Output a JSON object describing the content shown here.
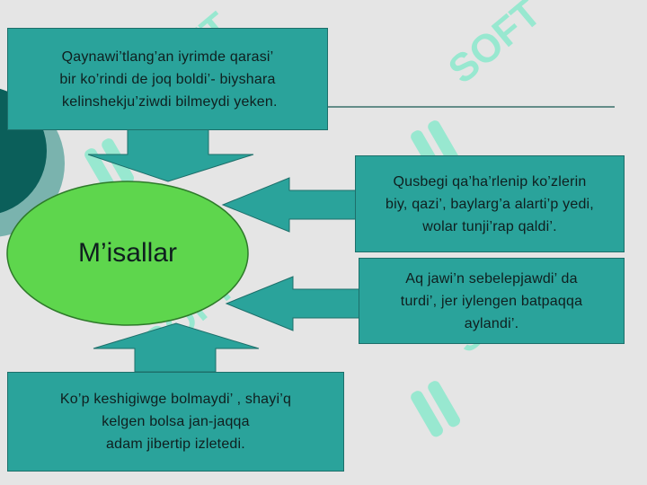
{
  "center": {
    "label": "M’isallar"
  },
  "boxes": {
    "top": {
      "text": "Qaynawi’tlang’an iyrimde qarasi’\nbir ko’rindi de joq boldi’- biyshara\n kelinshekju’ziwdi bilmeydi yeken."
    },
    "right_top": {
      "text": "Qusbegi qa’ha’rlenip ko’zlerin\nbiy, qazi’, baylarg’a alarti’p yedi,\nwolar tunji’rap qaldi’."
    },
    "right_bottom": {
      "text": "Aq jawi’n sebelepjawdi’ da\nturdi’, jer iylengen batpaqqa\naylandi’."
    },
    "bottom": {
      "text": "Ko’p keshigiwge bolmaydi’ , shayi’q\nkelgen bolsa jan-jaqqa\nadam jibertip izletedi."
    }
  },
  "colors": {
    "background": "#e5e5e5",
    "box_fill": "#2aa39b",
    "ellipse_fill": "#5ed64d",
    "arrow_fill": "#2aa39b",
    "dark_teal": "#0b5f5a",
    "watermark": "#7ee8c8"
  },
  "watermark": {
    "text": "SOFT",
    "icon": "soft-logo-icon"
  }
}
